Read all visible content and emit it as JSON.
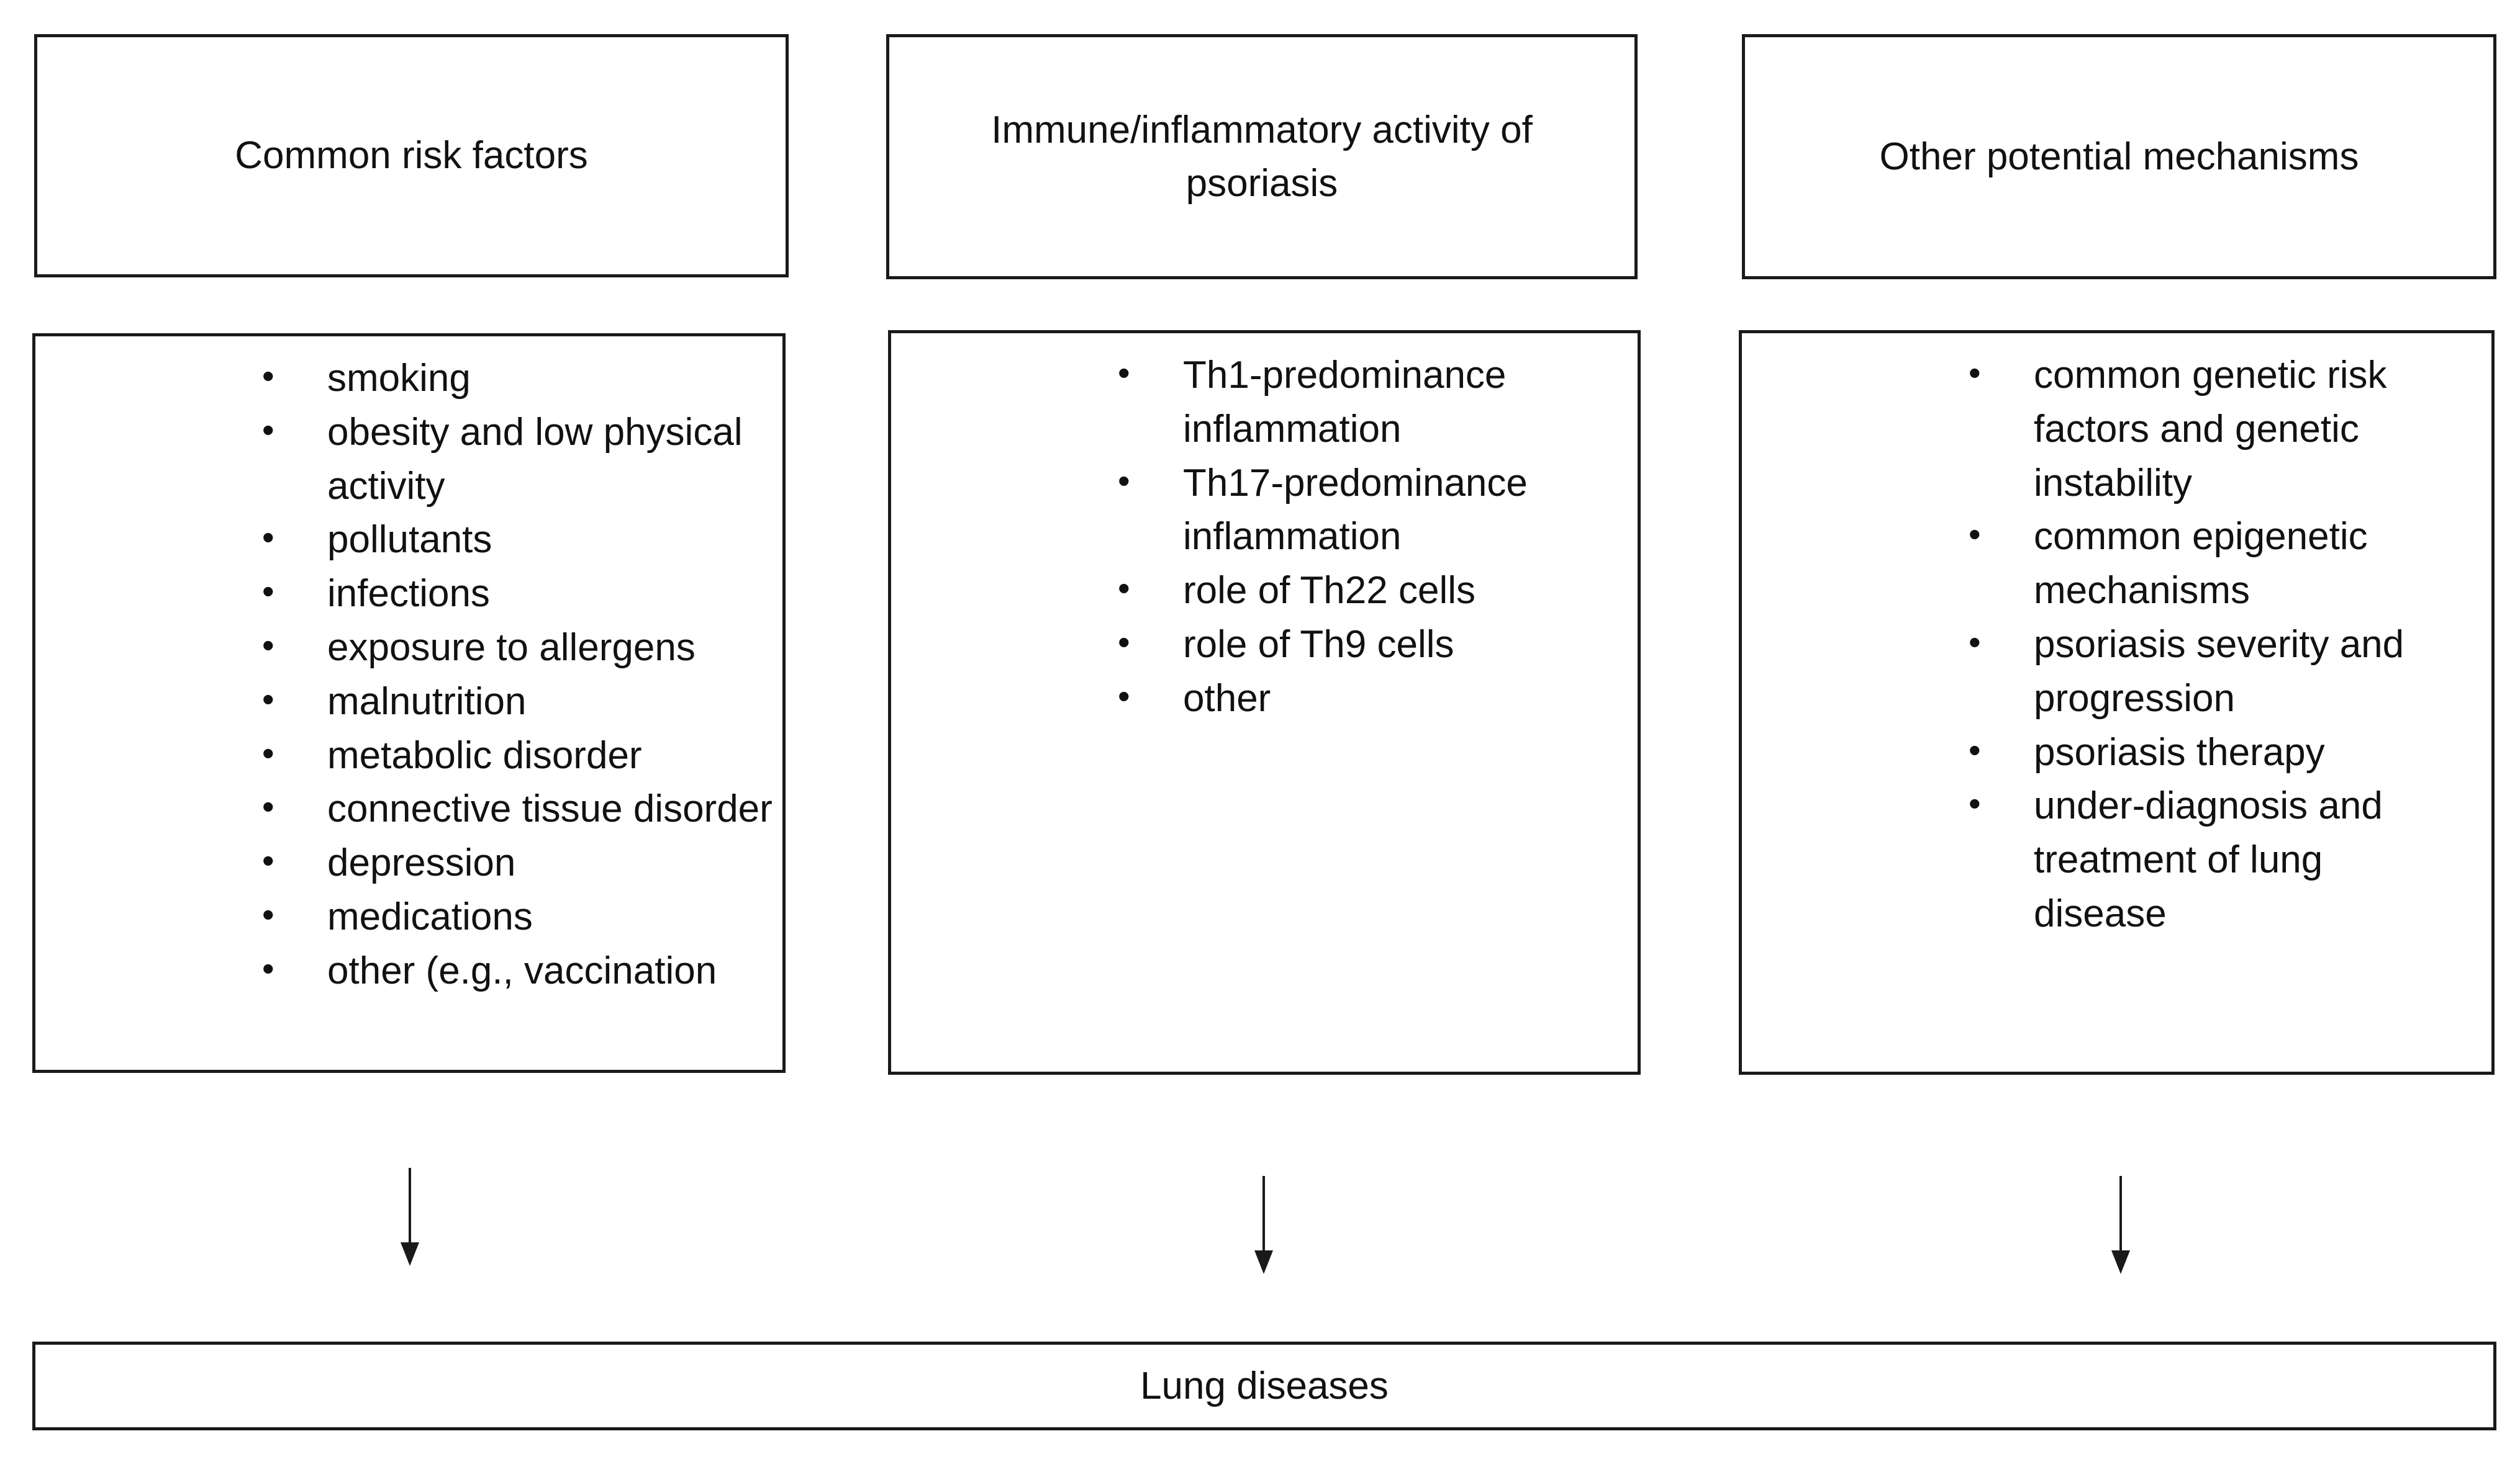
{
  "headers": [
    {
      "text_line1": "Common risk factors",
      "text_line2": ""
    },
    {
      "text_line1": "Immune/inflammatory activity of",
      "text_line2": "psoriasis"
    },
    {
      "text_line1": "Other potential mechanisms",
      "text_line2": ""
    }
  ],
  "lists": [
    {
      "items": [
        "smoking",
        "obesity and low physical activity",
        "pollutants",
        "infections",
        "exposure to allergens",
        "malnutrition",
        "metabolic disorder",
        "connective tissue disorder",
        "depression",
        "medications",
        "other (e.g., vaccination"
      ]
    },
    {
      "items": [
        "Th1-predominance inflammation",
        "Th17-predominance inflammation",
        "role of Th22 cells",
        "role of Th9 cells",
        "other"
      ]
    },
    {
      "items": [
        "common genetic risk factors and genetic instability",
        "common epigenetic mechanisms",
        "psoriasis severity and progression",
        "psoriasis therapy",
        "under-diagnosis and treatment of lung disease"
      ]
    }
  ],
  "outcome": {
    "text": "Lung diseases"
  }
}
